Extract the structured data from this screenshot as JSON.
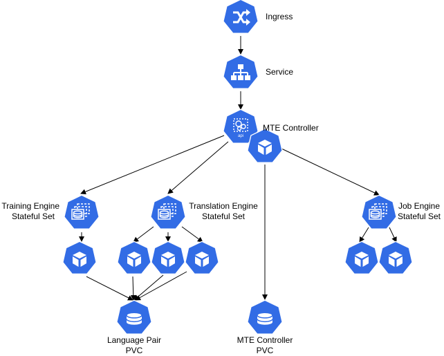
{
  "colors": {
    "node_fill": "#326CE5",
    "node_stroke": "#ffffff",
    "icon": "#ffffff",
    "edge": "#000000"
  },
  "nodes": {
    "ingress": {
      "icon": "ingress-icon",
      "label": "Ingress"
    },
    "service": {
      "icon": "service-icon",
      "label": "Service"
    },
    "api": {
      "icon": "api-icon",
      "sub": "api"
    },
    "mte_controller": {
      "icon": "pod-icon",
      "label": "MTE Controller"
    },
    "training_engine": {
      "icon": "statefulset-icon",
      "label_line1": "Training Engine",
      "label_line2": "Stateful Set"
    },
    "translation_engine": {
      "icon": "statefulset-icon",
      "label_line1": "Translation Engine",
      "label_line2": "Stateful Set"
    },
    "job_engine": {
      "icon": "statefulset-icon",
      "label_line1": "Job Engine",
      "label_line2": "Stateful Set"
    },
    "training_pod": {
      "icon": "pod-icon"
    },
    "translation_pod_1": {
      "icon": "pod-icon"
    },
    "translation_pod_2": {
      "icon": "pod-icon"
    },
    "translation_pod_3": {
      "icon": "pod-icon"
    },
    "job_pod_1": {
      "icon": "pod-icon"
    },
    "job_pod_2": {
      "icon": "pod-icon"
    },
    "language_pair_pvc": {
      "icon": "pvc-icon",
      "label_line1": "Language Pair",
      "label_line2": "PVC"
    },
    "mte_controller_pvc": {
      "icon": "pvc-icon",
      "label_line1": "MTE Controller",
      "label_line2": "PVC"
    }
  },
  "edges": [
    {
      "from": "ingress",
      "to": "service"
    },
    {
      "from": "service",
      "to": "api"
    },
    {
      "from": "api",
      "to": "training_engine"
    },
    {
      "from": "api",
      "to": "translation_engine"
    },
    {
      "from": "mte_controller",
      "to": "job_engine"
    },
    {
      "from": "mte_controller",
      "to": "mte_controller_pvc"
    },
    {
      "from": "training_engine",
      "to": "training_pod"
    },
    {
      "from": "translation_engine",
      "to": "translation_pod_1"
    },
    {
      "from": "translation_engine",
      "to": "translation_pod_2"
    },
    {
      "from": "translation_engine",
      "to": "translation_pod_3"
    },
    {
      "from": "job_engine",
      "to": "job_pod_1"
    },
    {
      "from": "job_engine",
      "to": "job_pod_2"
    },
    {
      "from": "training_pod",
      "to": "language_pair_pvc"
    },
    {
      "from": "translation_pod_1",
      "to": "language_pair_pvc"
    },
    {
      "from": "translation_pod_2",
      "to": "language_pair_pvc"
    },
    {
      "from": "translation_pod_3",
      "to": "language_pair_pvc"
    }
  ]
}
